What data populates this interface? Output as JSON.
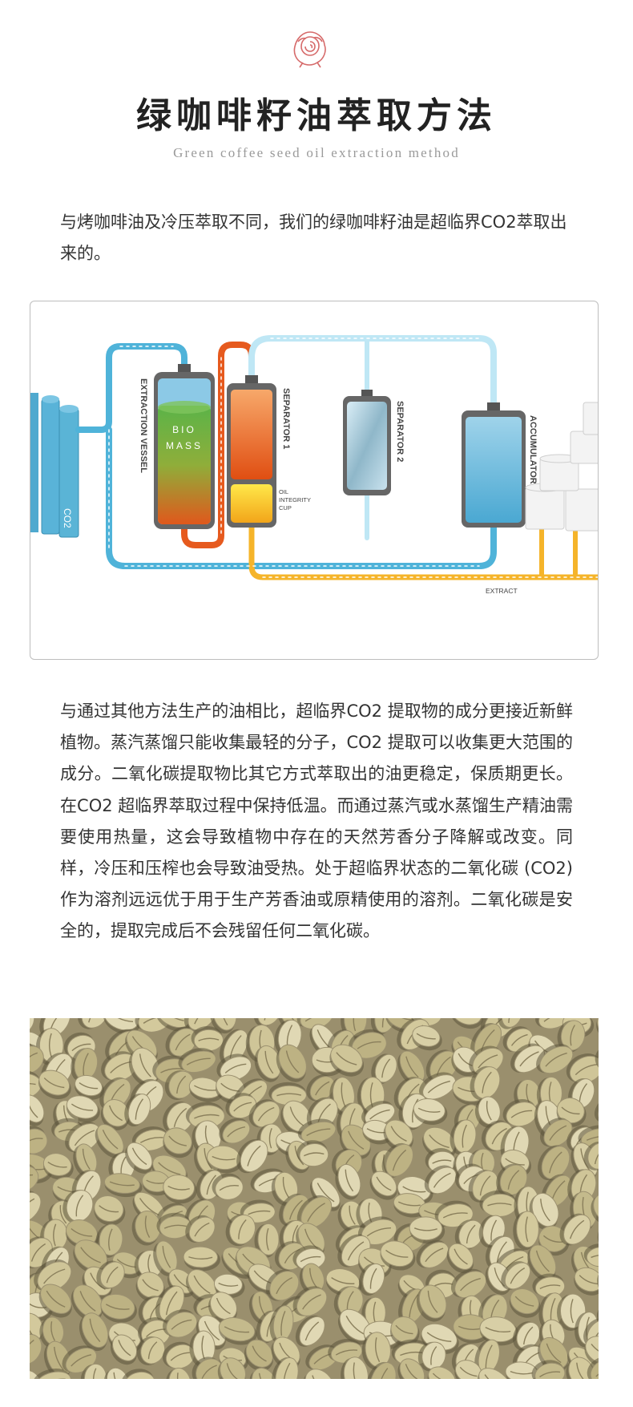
{
  "header": {
    "title": "绿咖啡籽油萃取方法",
    "subtitle": "Green coffee seed oil extraction method"
  },
  "intro": {
    "text": "与烤咖啡油及冷压萃取不同，我们的绿咖啡籽油是超临界CO2萃取出来的。"
  },
  "diagram": {
    "labels": {
      "co2": "CO2",
      "extraction_vessel": "EXTRACTION VESSEL",
      "bio": "BIO",
      "mass": "MASS",
      "separator1": "SEPARATOR 1",
      "separator2": "SEPARATOR 2",
      "accumulator": "ACCUMULATOR",
      "oil_integrity_1": "OIL",
      "oil_integrity_2": "INTEGRITY",
      "oil_integrity_3": "CUP",
      "extract": "EXTRACT"
    },
    "colors": {
      "pipe_blue": "#4fb3d9",
      "pipe_orange": "#e65a1e",
      "pipe_light": "#bfe7f5",
      "pipe_yellow": "#f5b42a",
      "tank_blue": "#5ab4d6"
    }
  },
  "body": {
    "text": "与通过其他方法生产的油相比，超临界CO2 提取物的成分更接近新鲜植物。蒸汽蒸馏只能收集最轻的分子，CO2 提取可以收集更大范围的成分。二氧化碳提取物比其它方式萃取出的油更稳定，保质期更长。在CO2 超临界萃取过程中保持低温。而通过蒸汽或水蒸馏生产精油需要使用热量，这会导致植物中存在的天然芳香分子降解或改变。同样，冷压和压榨也会导致油受热。处于超临界状态的二氧化碳 (CO2) 作为溶剂远远优于用于生产芳香油或原精使用的溶剂。二氧化碳是安全的，提取完成后不会残留任何二氧化碳。"
  },
  "photo": {
    "icon": "green-coffee-beans-photo"
  }
}
